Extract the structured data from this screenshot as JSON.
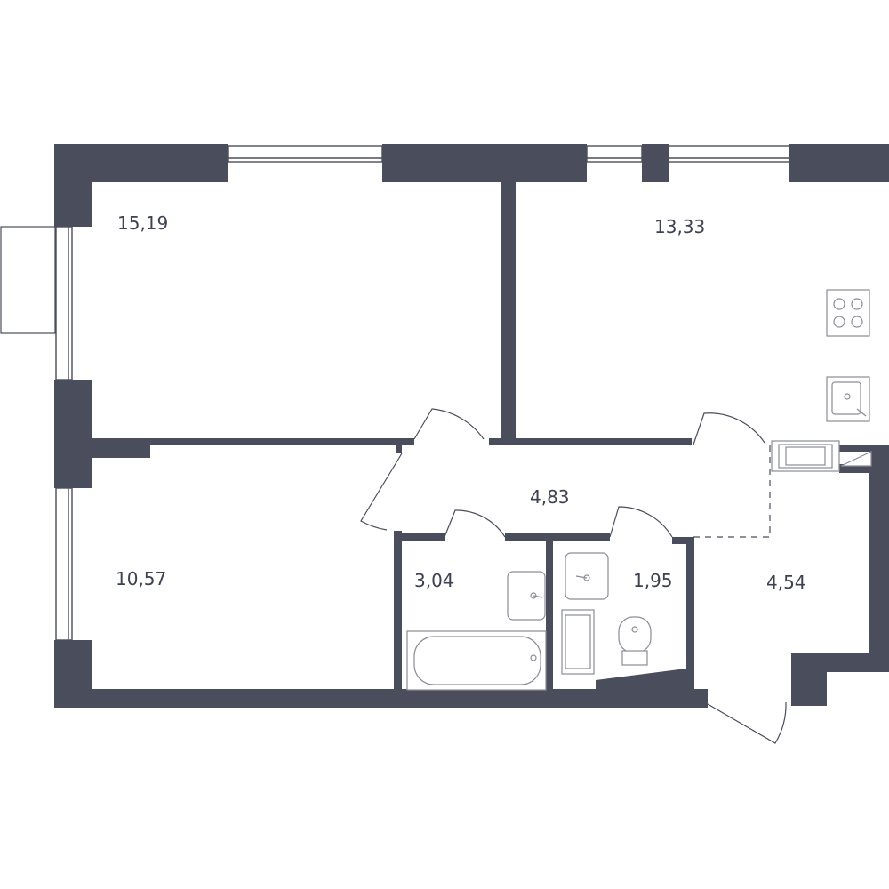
{
  "colors": {
    "wall": "#4a4e5c",
    "label": "#3d4150",
    "fixture": "#8a8d96",
    "background": "#ffffff"
  },
  "rooms": [
    {
      "id": "room-1",
      "area": "15,19"
    },
    {
      "id": "room-2",
      "area": "13,33"
    },
    {
      "id": "room-3",
      "area": "4,83"
    },
    {
      "id": "room-4",
      "area": "10,57"
    },
    {
      "id": "room-5",
      "area": "3,04"
    },
    {
      "id": "room-6",
      "area": "1,95"
    },
    {
      "id": "room-7",
      "area": "4,54"
    }
  ],
  "fixtures": [
    "stove-icon",
    "kitchen-sink-icon",
    "washing-machine-icon",
    "bathtub-icon",
    "washbasin-icon",
    "toilet-icon",
    "fridge-icon"
  ]
}
